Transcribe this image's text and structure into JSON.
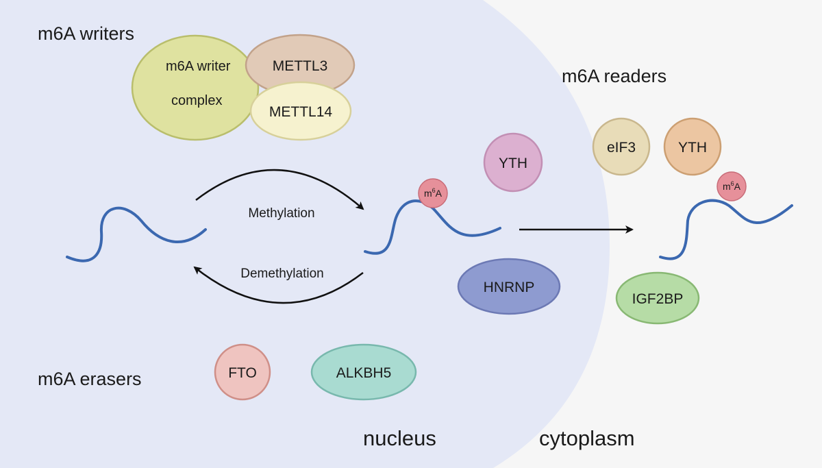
{
  "colors": {
    "cytoplasm_bg": "#f6f6f6",
    "nucleus_bg": "#e4e8f6",
    "rna_strand": "#3b68b0",
    "arrow": "#111111"
  },
  "sections": {
    "writers": "m6A writers",
    "erasers": "m6A erasers",
    "readers": "m6A readers"
  },
  "regions": {
    "nucleus": "nucleus",
    "cytoplasm": "cytoplasm"
  },
  "writer_complex": {
    "label_line1": "m6A writer",
    "label_line2": "complex",
    "fill": "#dfe2a0",
    "stroke": "#b9be6c"
  },
  "proteins": {
    "mettl3": {
      "label": "METTL3",
      "fill": "#e1cab7",
      "stroke": "#c2a28a"
    },
    "mettl14": {
      "label": "METTL14",
      "fill": "#f6f2cf",
      "stroke": "#d7d09a"
    },
    "yth_nucleus": {
      "label": "YTH",
      "fill": "#dcb0d0",
      "stroke": "#c28fb4"
    },
    "hnrnp": {
      "label": "HNRNP",
      "fill": "#8e9bd0",
      "stroke": "#6c79b4"
    },
    "fto": {
      "label": "FTO",
      "fill": "#efc4c0",
      "stroke": "#cf8f88"
    },
    "alkbh5": {
      "label": "ALKBH5",
      "fill": "#a9dbd1",
      "stroke": "#78b8ad"
    },
    "eif3": {
      "label": "eIF3",
      "fill": "#e8dcb8",
      "stroke": "#c9b78d"
    },
    "yth_cytoplasm": {
      "label": "YTH",
      "fill": "#ecc6a2",
      "stroke": "#cc9f72"
    },
    "igf2bp": {
      "label": "IGF2BP",
      "fill": "#b6dca6",
      "stroke": "#88b873"
    }
  },
  "m6a_badge": {
    "prefix": "m",
    "superscript": "6",
    "suffix": "A",
    "fill": "#e6909a",
    "stroke": "#c86c78"
  },
  "arrows": {
    "methylation": "Methylation",
    "demethylation": "Demethylation"
  }
}
